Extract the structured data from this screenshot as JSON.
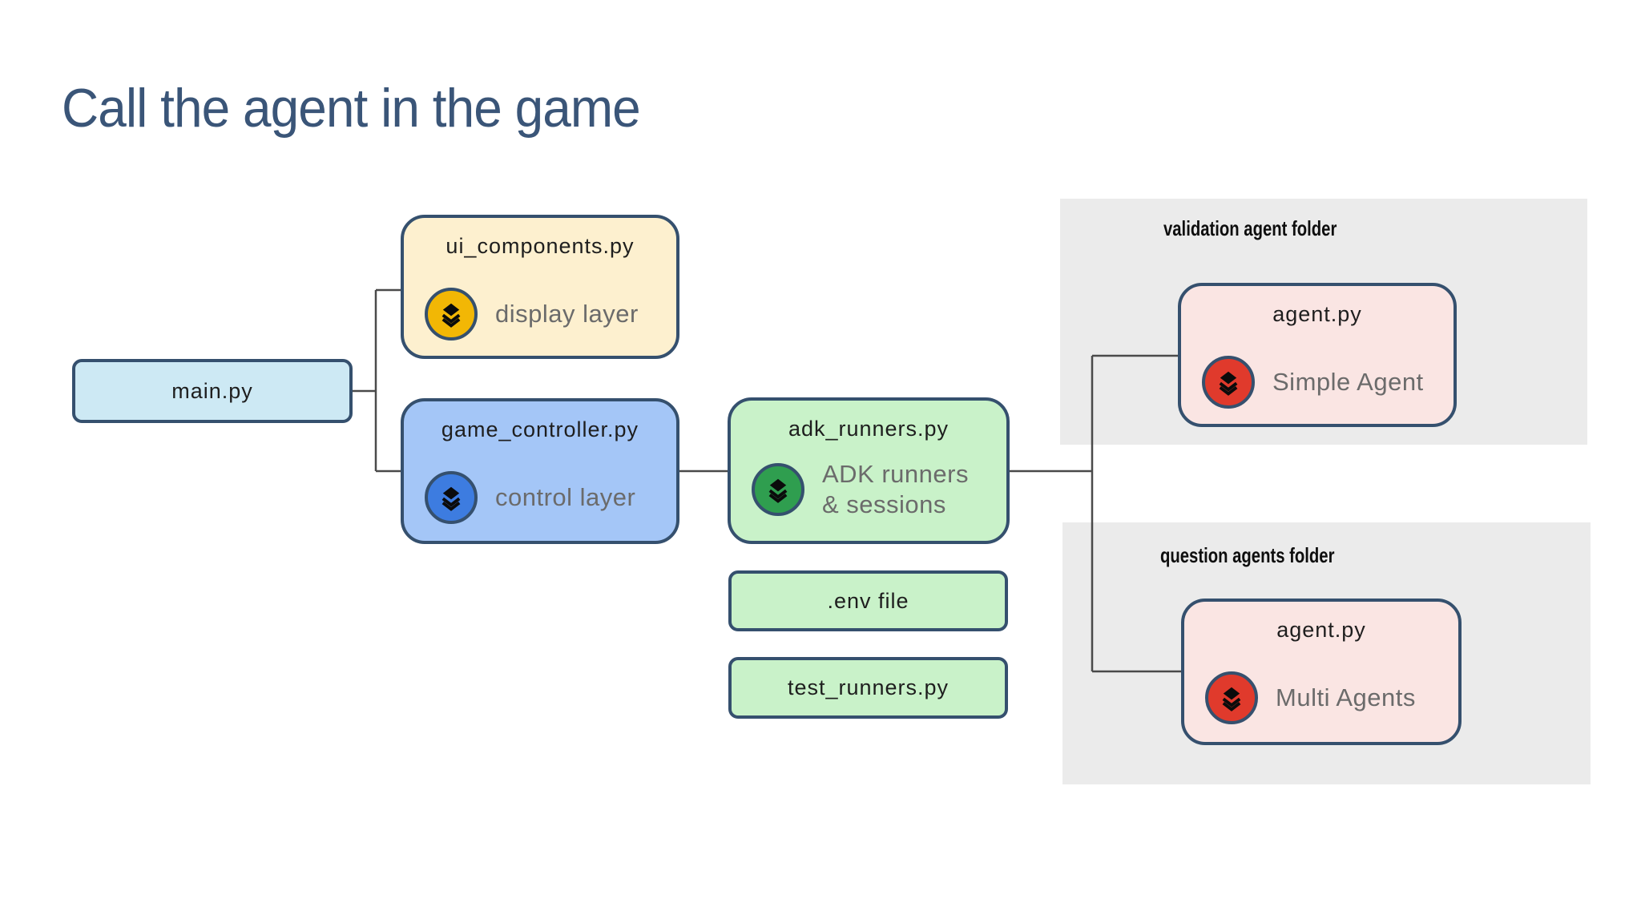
{
  "slide": {
    "title": "Call the agent in the game"
  },
  "nodes": {
    "main": {
      "label": "main.py"
    },
    "ui_components": {
      "title": "ui_components.py",
      "subtitle": "display layer"
    },
    "game_controller": {
      "title": "game_controller.py",
      "subtitle": "control layer"
    },
    "adk_runners": {
      "title": "adk_runners.py",
      "subtitle": "ADK runners\n& sessions"
    },
    "env_file": {
      "label": ".env file"
    },
    "test_runners": {
      "label": "test_runners.py"
    },
    "validation_agent": {
      "title": "agent.py",
      "subtitle": "Simple Agent"
    },
    "question_agent": {
      "title": "agent.py",
      "subtitle": "Multi Agents"
    }
  },
  "folders": {
    "validation": {
      "label": "validation agent folder"
    },
    "question": {
      "label": "question agents folder"
    }
  },
  "colors": {
    "title_text": "#3a5578",
    "node_border": "#35506e",
    "connector_line": "#4a4a4a",
    "main_fill": "#cde9f4",
    "ui_components_fill": "#fdf0cf",
    "game_controller_fill": "#a4c6f7",
    "green_fill": "#c9f2c9",
    "agent_fill": "#fae5e3",
    "folder_fill": "#ebebeb",
    "icon_amber": "#f2b705",
    "icon_blue": "#3d7ce0",
    "icon_green": "#2f9e4f",
    "icon_red": "#e03a2c",
    "subtitle_text": "#6b6b6b",
    "node_text": "#1e1e1e",
    "folder_label_text": "#0e0e0e"
  }
}
